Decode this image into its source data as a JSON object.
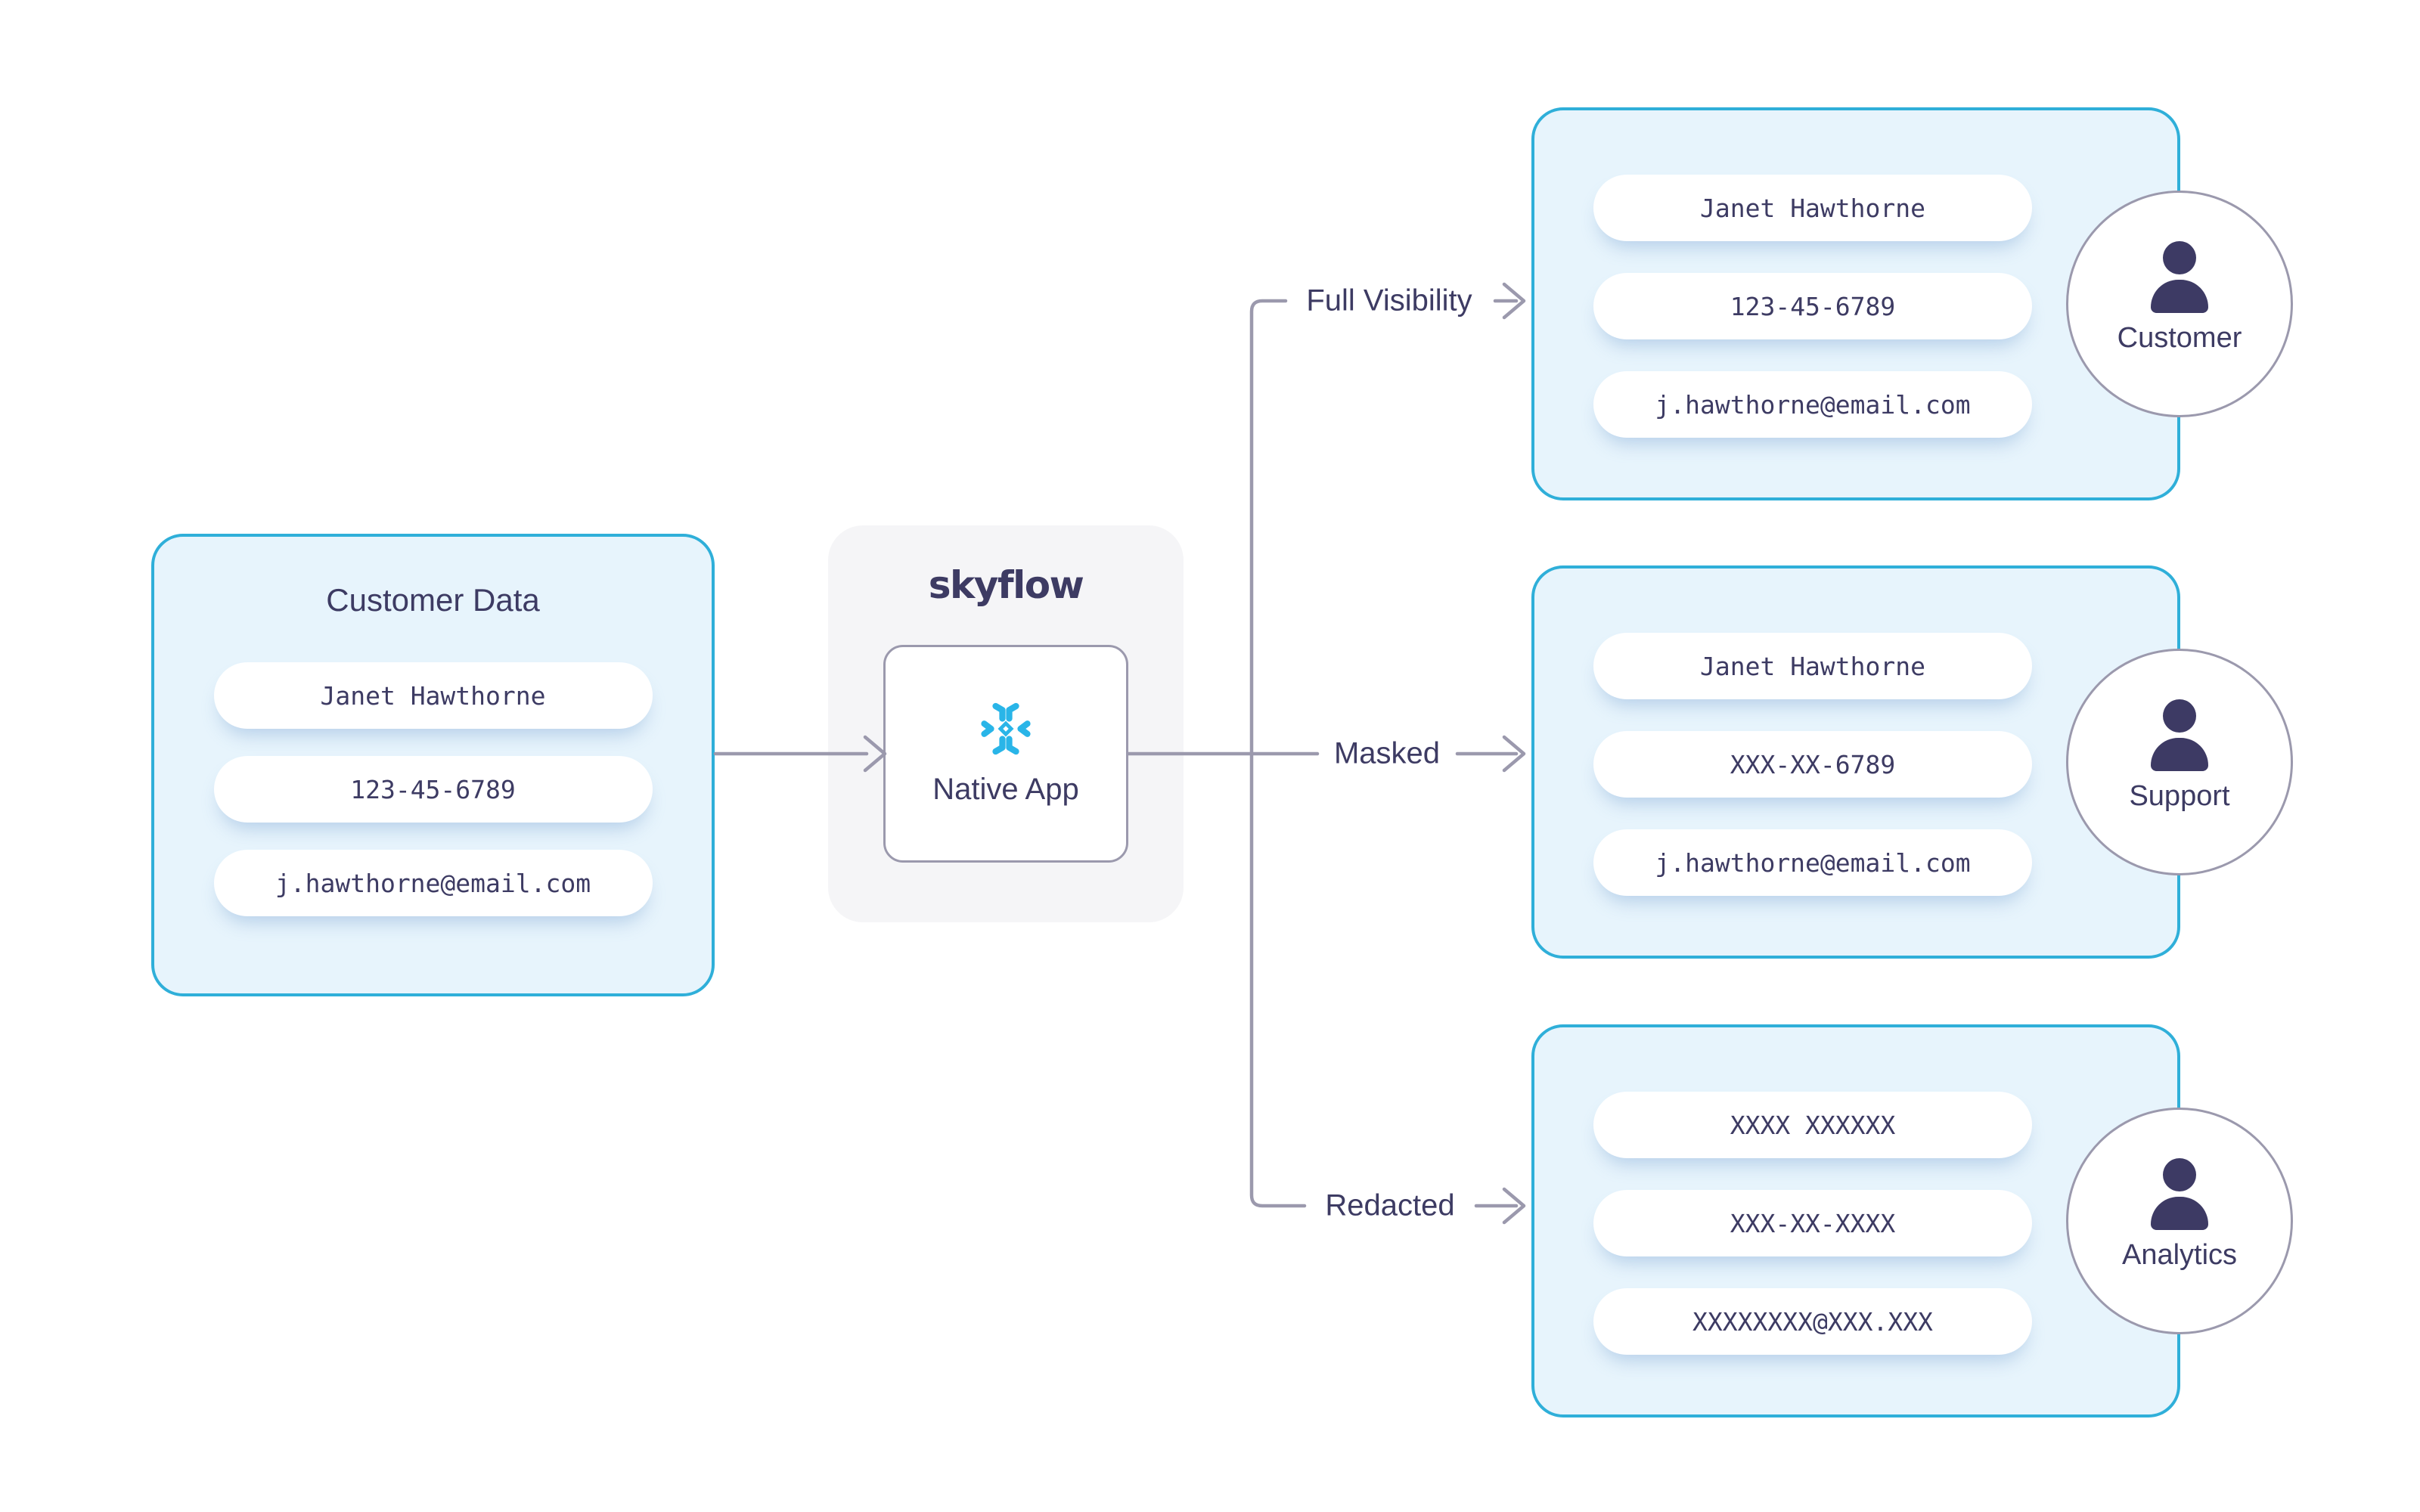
{
  "source": {
    "title": "Customer Data",
    "pills": [
      "Janet Hawthorne",
      "123-45-6789",
      "j.hawthorne@email.com"
    ]
  },
  "processor": {
    "brand": "skyflow",
    "app_label": "Native App",
    "logo": "snowflake-logo"
  },
  "branches": [
    {
      "label": "Full Visibility",
      "pills": [
        "Janet Hawthorne",
        "123-45-6789",
        "j.hawthorne@email.com"
      ],
      "actor": "Customer"
    },
    {
      "label": "Masked",
      "pills": [
        "Janet Hawthorne",
        "XXX-XX-6789",
        "j.hawthorne@email.com"
      ],
      "actor": "Support"
    },
    {
      "label": "Redacted",
      "pills": [
        "XXXX XXXXXX",
        "XXX-XX-XXXX",
        "XXXXXXXX@XXX.XXX"
      ],
      "actor": "Analytics"
    }
  ],
  "colors": {
    "panel_blue_fill": "#e7f4fc",
    "accent_cyan_border": "#2fafd9",
    "panel_gray_fill": "#f5f5f7",
    "line_gray": "#9b99ad",
    "text_navy": "#3d3b63",
    "snowflake_blue": "#29b5e8"
  }
}
